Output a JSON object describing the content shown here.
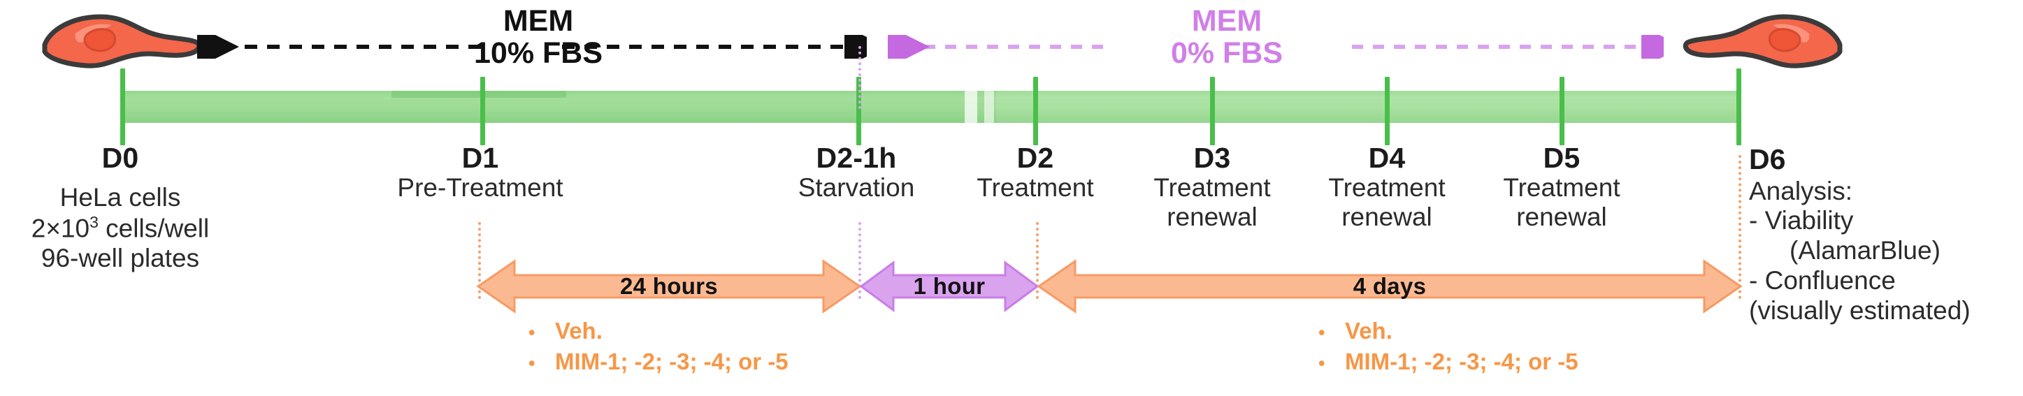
{
  "figure": {
    "type": "experimental-timeline",
    "cell_icon_name": "hela-cell-icon"
  },
  "media": {
    "pre": {
      "line1": "MEM",
      "line2": "10% FBS",
      "color": "#111111"
    },
    "post": {
      "line1": "MEM",
      "line2": "0% FBS",
      "color": "#d07fe8"
    }
  },
  "left_info": {
    "line1": "HeLa cells",
    "line2_pre": "2×10",
    "line2_sup": "3",
    "line2_post": " cells/well",
    "line3": "96-well plates"
  },
  "timepoints": [
    {
      "id": "d0",
      "day": "D0",
      "sub": ""
    },
    {
      "id": "d1",
      "day": "D1",
      "sub": "Pre-Treatment"
    },
    {
      "id": "d2m1h",
      "day": "D2-1h",
      "sub": "Starvation"
    },
    {
      "id": "d2",
      "day": "D2",
      "sub": "Treatment"
    },
    {
      "id": "d3",
      "day": "D3",
      "sub": "Treatment",
      "sub2": "renewal"
    },
    {
      "id": "d4",
      "day": "D4",
      "sub": "Treatment",
      "sub2": "renewal"
    },
    {
      "id": "d5",
      "day": "D5",
      "sub": "Treatment",
      "sub2": "renewal"
    },
    {
      "id": "d6",
      "day": "D6",
      "sub": ""
    }
  ],
  "analysis": {
    "day": "D6",
    "title": "Analysis:",
    "item1": "- Viability",
    "item1b": "(AlamarBlue)",
    "item2": "- Confluence",
    "item2b": "(visually estimated)"
  },
  "durations": [
    {
      "id": "d24h",
      "label": "24 hours",
      "color": "#fbb992"
    },
    {
      "id": "d1h",
      "label": "1 hour",
      "color": "#d9a3ee"
    },
    {
      "id": "d4d",
      "label": "4 days",
      "color": "#fbb992"
    }
  ],
  "treatments": {
    "color": "#f79646",
    "bullet_glyph": "•",
    "items": [
      "Veh.",
      "MIM-1; -2; -3; -4; or -5"
    ]
  },
  "colors": {
    "timeline_green": "#8bd083",
    "tick_green": "#49bf4a",
    "orange": "#f79646",
    "orange_fill": "#fbb992",
    "purple": "#d07fe8",
    "purple_fill": "#d9a3ee",
    "cell_body": "#f4674a",
    "cell_outline": "#3b3b3b"
  }
}
